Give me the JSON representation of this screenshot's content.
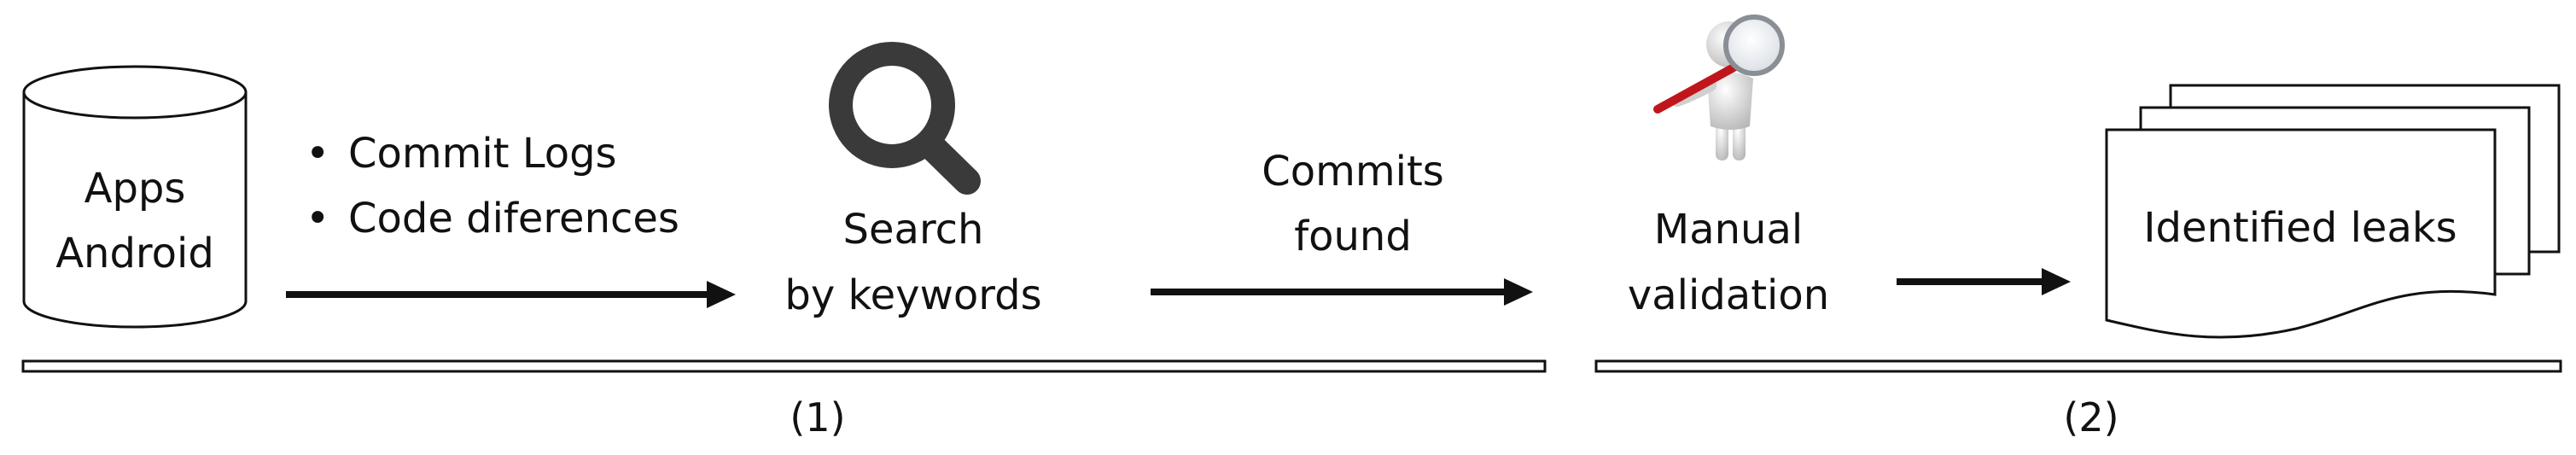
{
  "database": {
    "line1": "Apps",
    "line2": "Android"
  },
  "inputs": {
    "bullet": "•",
    "items": [
      "Commit Logs",
      "Code diferences"
    ]
  },
  "search": {
    "line1": "Search",
    "line2": "by keywords",
    "icon": "magnifier-icon"
  },
  "commits": {
    "line1": "Commits",
    "line2": "found"
  },
  "manual": {
    "line1": "Manual",
    "line2": "validation",
    "icon": "person-with-magnifier-icon"
  },
  "output": {
    "label": "Identified leaks",
    "icon": "document-stack-icon"
  },
  "phases": [
    {
      "label": "(1)"
    },
    {
      "label": "(2)"
    }
  ],
  "colors": {
    "stroke": "#111111",
    "magnifier": "#3a3a3a",
    "person": "#e3e3e3",
    "handle": "#c0161b"
  }
}
